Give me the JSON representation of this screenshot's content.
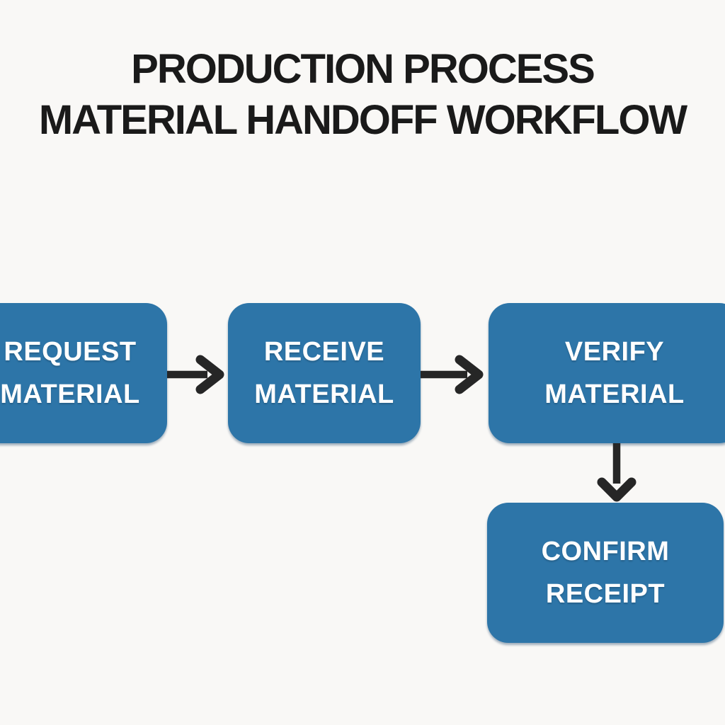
{
  "title": {
    "lines": [
      "PRODUCTION PROCESS",
      "MATERIAL HANDOFF WORKFLOW"
    ]
  },
  "diagram": {
    "type": "flowchart",
    "nodes": [
      {
        "id": "request-material",
        "lines": [
          "REQUEST",
          "MATERIAL"
        ]
      },
      {
        "id": "receive-material",
        "lines": [
          "RECEIVE",
          "MATERIAL"
        ]
      },
      {
        "id": "verify-material",
        "lines": [
          "VERIFY",
          "MATERIAL"
        ]
      },
      {
        "id": "confirm-receipt",
        "lines": [
          "CONFIRM",
          "RECEIPT"
        ]
      }
    ],
    "edges": [
      {
        "from": "request-material",
        "to": "receive-material",
        "direction": "right"
      },
      {
        "from": "receive-material",
        "to": "verify-material",
        "direction": "right"
      },
      {
        "from": "verify-material",
        "to": "confirm-receipt",
        "direction": "down"
      }
    ]
  },
  "colors": {
    "background": "#F9F8F6",
    "node_fill": "#2D75A8",
    "node_text": "#FFFFFF",
    "title_text": "#1A1A1A",
    "arrow": "#262626"
  }
}
